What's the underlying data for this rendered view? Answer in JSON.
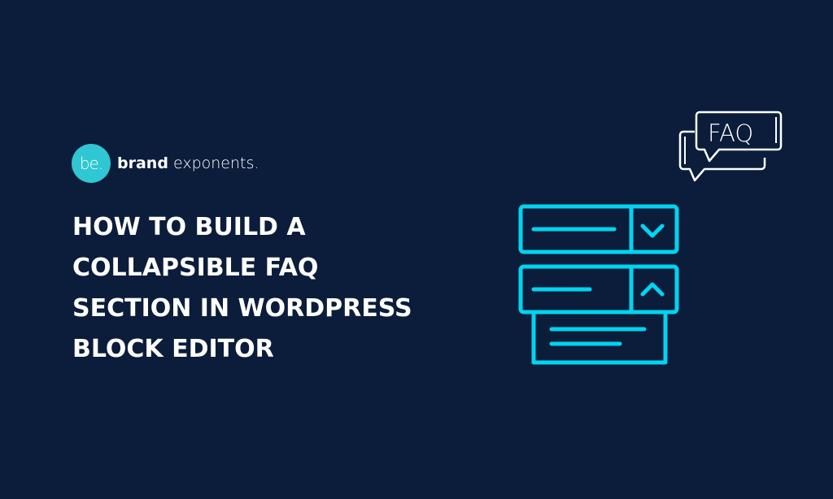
{
  "brand": {
    "mark": "be.",
    "name_bold": "brand",
    "name_light": "exponents."
  },
  "title": {
    "lines": [
      "HOW TO BUILD A",
      "COLLAPSIBLE FAQ",
      "SECTION IN WORDPRESS",
      "BLOCK EDITOR"
    ]
  },
  "illustration": {
    "bubble_text": "FAQ",
    "accent_color": "#00d4f0",
    "background_color": "#0b1d3b"
  }
}
